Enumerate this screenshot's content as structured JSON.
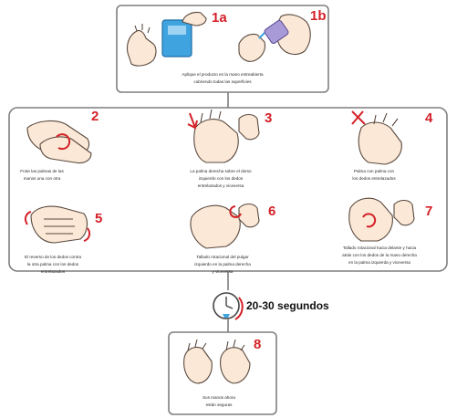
{
  "steps": {
    "s1a": {
      "number": "1a"
    },
    "s1b": {
      "number": "1b"
    },
    "s1_caption": {
      "line1": "Aplique el producto en la mano entreabierta",
      "line2": "cubriendo todas las superficies"
    },
    "s2": {
      "number": "2",
      "caption_line1": "Frote las palmas de las",
      "caption_line2": "manos una con otra"
    },
    "s3": {
      "number": "3",
      "caption_line1": "La palma derecha sobre el dorso",
      "caption_line2": "izquierdo con los dedos",
      "caption_line3": "entrelazados y viceversa"
    },
    "s4": {
      "number": "4",
      "caption_line1": "Palma con palma con",
      "caption_line2": "los dedos entrelazados"
    },
    "s5": {
      "number": "5",
      "caption_line1": "El reverso de los dedos contra",
      "caption_line2": "la otra palma con los dedos",
      "caption_line3": "entrelazados"
    },
    "s6": {
      "number": "6",
      "caption_line1": "Tallado rotacional del pulgar",
      "caption_line2": "izquierdo en la palma derecha",
      "caption_line3": "y viceversa"
    },
    "s7": {
      "number": "7",
      "caption_line1": "Tallado rotacional hacia delante y hacia",
      "caption_line2": "atrás con los dedos de la mano derecha",
      "caption_line3": "en la palma izquierda y viceversa"
    },
    "s8": {
      "number": "8",
      "caption_line1": "Sus manos ahora",
      "caption_line2": "están seguras"
    }
  },
  "timer": {
    "label": "20-30 segundos",
    "icon": "clock-icon"
  },
  "colors": {
    "accent": "#d42027",
    "frame": "#7f7f7f",
    "skin": "#fbe8d6",
    "bottle": "#3fa3e0"
  }
}
